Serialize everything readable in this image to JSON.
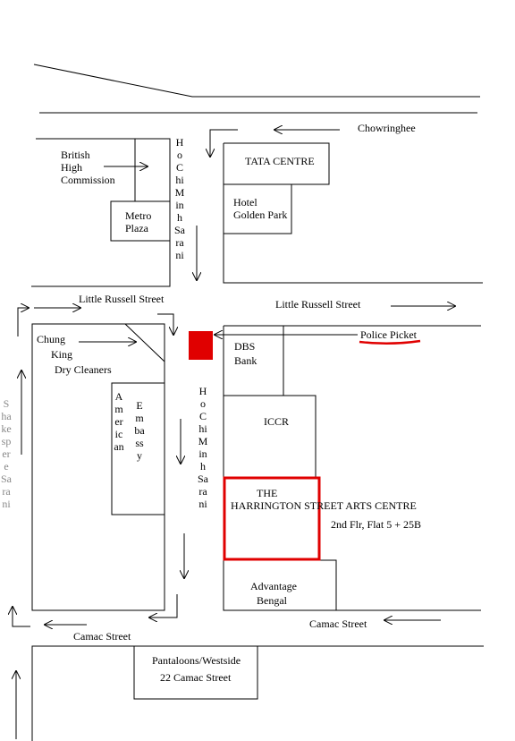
{
  "colors": {
    "highlight": "#e00000",
    "line": "#000000",
    "faded_text": "#888888"
  },
  "streets": {
    "chowringhee": "Chowringhee",
    "ho_chi_minh_north": "Ho Chi Minh Sarani",
    "ho_chi_minh_south": "Ho Chi Minh Sarani",
    "little_russell_west": "Little Russell Street",
    "little_russell_east": "Little Russell Street",
    "shakespeare_sarani": "Shakespere Sarani",
    "camac_west": "Camac Street",
    "camac_east": "Camac Street"
  },
  "landmarks": {
    "british_high_commission": [
      "British",
      "High",
      "Commission"
    ],
    "metro_plaza": [
      "Metro",
      "Plaza"
    ],
    "tata_centre": "TATA CENTRE",
    "hotel_golden_park": [
      "Hotel",
      "Golden Park"
    ],
    "chung_king": [
      "Chung",
      "King",
      "Dry Cleaners"
    ],
    "american": "American",
    "embassy": "Embassy",
    "police_picket": "Police Picket",
    "dbs_bank": [
      "DBS",
      "Bank"
    ],
    "iccr": "ICCR",
    "harrington_arts_centre": [
      "THE",
      "HARRINGTON STREET ARTS CENTRE"
    ],
    "flat_address": "2nd Flr, Flat 5 + 25B",
    "advantage_bengal": [
      "Advantage",
      "Bengal"
    ],
    "pantaloons": [
      "Pantaloons/Westside",
      "22 Camac Street"
    ]
  }
}
